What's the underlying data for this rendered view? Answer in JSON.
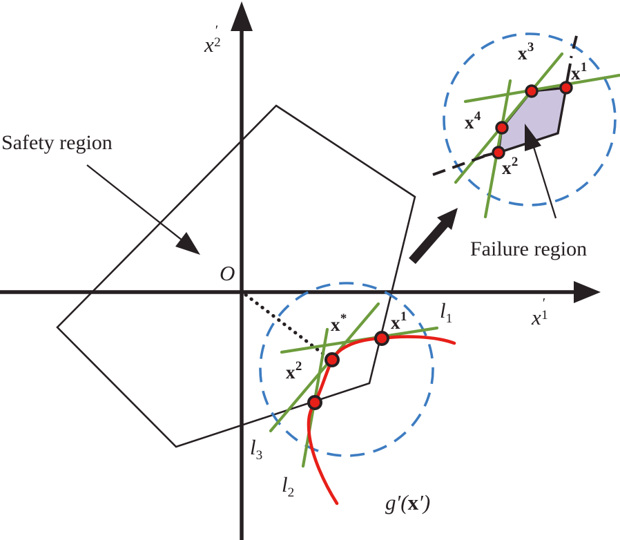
{
  "colors": {
    "ink": "#262022",
    "red": "#e71f19",
    "green": "#6d9c3d",
    "blue": "#3d7cc1",
    "lavender": "#ccc4df",
    "bg": "#ffffff"
  },
  "labels": {
    "safety_region": "Safety region",
    "failure_region": "Failure region",
    "origin": "O",
    "axis_x1": {
      "base": "x",
      "prime": "′",
      "sub": "1"
    },
    "axis_x2": {
      "base": "x",
      "prime": "′",
      "sub": "2"
    },
    "line_l1": {
      "base": "l",
      "sub": "1"
    },
    "line_l2": {
      "base": "l",
      "sub": "2"
    },
    "line_l3": {
      "base": "l",
      "sub": "3"
    },
    "g_function": {
      "g": "g",
      "prime_open": "′(",
      "x": "x",
      "prime_close": "′)"
    },
    "point_x_star": {
      "base": "x",
      "sup": "*"
    },
    "point_x1_main": {
      "base": "x",
      "sup": "1"
    },
    "point_x2_main": {
      "base": "x",
      "sup": "2"
    },
    "point_x1_inset": {
      "base": "x",
      "sup": "1"
    },
    "point_x2_inset": {
      "base": "x",
      "sup": "2"
    },
    "point_x3_inset": {
      "base": "x",
      "sup": "3"
    },
    "point_x4_inset": {
      "base": "x",
      "sup": "4"
    }
  }
}
